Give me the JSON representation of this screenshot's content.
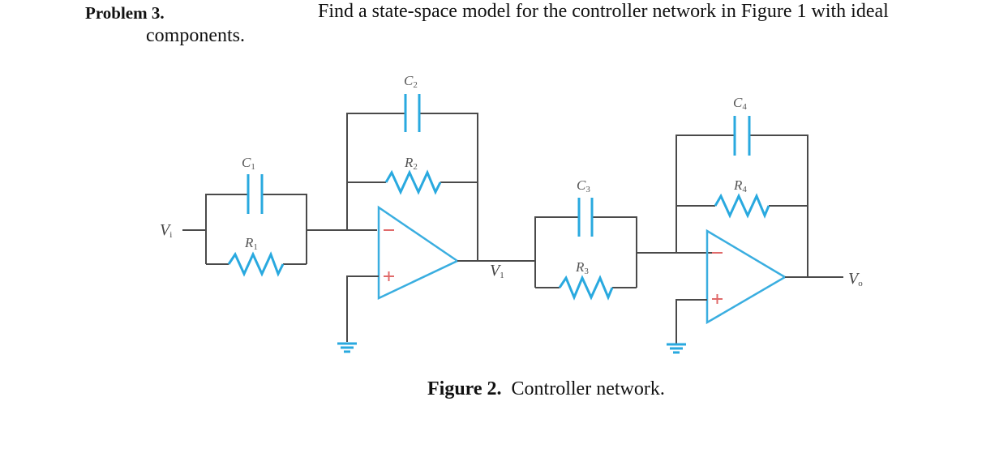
{
  "problem": {
    "label": "Problem 3.",
    "text_line1": "Find a state-space model for the controller network in Figure 1 with ideal",
    "text_line2": "components."
  },
  "figure": {
    "caption_label": "Figure 2.",
    "caption_text": "Controller network.",
    "components": {
      "C1": {
        "symbol": "C",
        "index": "1"
      },
      "R1": {
        "symbol": "R",
        "index": "1"
      },
      "C2": {
        "symbol": "C",
        "index": "2"
      },
      "R2": {
        "symbol": "R",
        "index": "2"
      },
      "C3": {
        "symbol": "C",
        "index": "3"
      },
      "R3": {
        "symbol": "R",
        "index": "3"
      },
      "C4": {
        "symbol": "C",
        "index": "4"
      },
      "R4": {
        "symbol": "R",
        "index": "4"
      }
    },
    "nodes": {
      "input": {
        "symbol": "V",
        "index": "i"
      },
      "mid": {
        "symbol": "V",
        "index": "1"
      },
      "output": {
        "symbol": "V",
        "index": "o"
      }
    },
    "opamp_signs": {
      "inverting": "−",
      "non_inverting": "+"
    },
    "colors": {
      "component": "#29a9df",
      "wire": "#4a4a4a",
      "sign": "#e06a6a"
    }
  }
}
